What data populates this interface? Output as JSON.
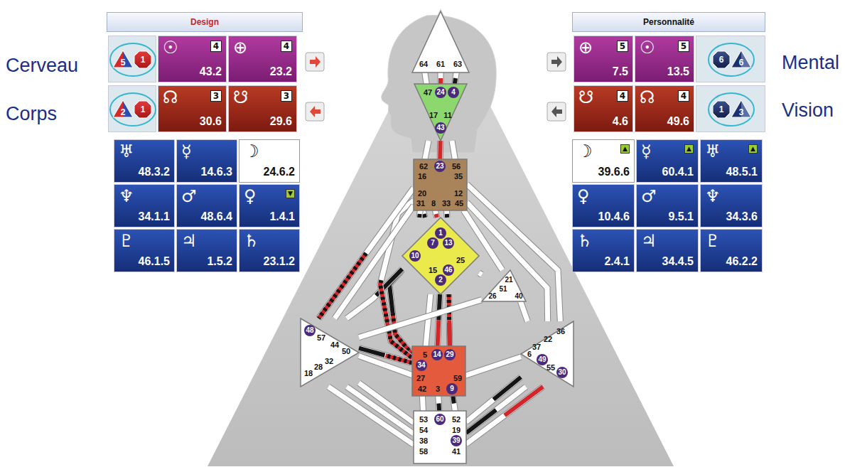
{
  "diagram": {
    "nodes": [
      {
        "text": [
          "Design"
        ]
      },
      {
        "text": [
          "5",
          "1"
        ],
        "in": 0
      },
      {
        "text": [
          "☉",
          "4",
          "43.2"
        ],
        "in": 0
      },
      {
        "text": [
          "⊕",
          "4",
          "23.2"
        ],
        "in": 0
      },
      {
        "text": [
          "2",
          "1"
        ],
        "in": 0
      },
      {
        "text": [
          "☊",
          "3",
          "30.6"
        ],
        "in": 0
      },
      {
        "text": [
          "☋",
          "3",
          "29.6"
        ],
        "in": 0
      },
      {
        "text": [
          "♅",
          "48.3.2"
        ],
        "in": 0
      },
      {
        "text": [
          "☿",
          "14.6.3"
        ],
        "in": 0
      },
      {
        "text": [
          "☽",
          "24.6.2"
        ],
        "in": 0
      },
      {
        "text": [
          "♆",
          "34.1.1"
        ],
        "in": 0
      },
      {
        "text": [
          "♂",
          "48.6.4"
        ],
        "in": 0
      },
      {
        "text": [
          "♀",
          "▼",
          "1.4.1"
        ],
        "in": 0
      },
      {
        "text": [
          "♇",
          "46.1.5"
        ],
        "in": 0
      },
      {
        "text": [
          "♃",
          "1.5.2"
        ],
        "in": 0
      },
      {
        "text": [
          "♄",
          "23.1.2"
        ],
        "in": 0
      },
      {
        "text": [
          "Personnalité"
        ]
      },
      {
        "text": [
          "⊕",
          "5",
          "7.5"
        ],
        "in": 16
      },
      {
        "text": [
          "☉",
          "5",
          "13.5"
        ],
        "in": 16
      },
      {
        "text": [
          "6",
          "6"
        ],
        "in": 16
      },
      {
        "text": [
          "☋",
          "4",
          "4.6"
        ],
        "in": 16
      },
      {
        "text": [
          "☊",
          "4",
          "49.6"
        ],
        "in": 16
      },
      {
        "text": [
          "1",
          "3"
        ],
        "in": 16
      },
      {
        "text": [
          "☽",
          "▲",
          "39.6.6"
        ],
        "in": 16
      },
      {
        "text": [
          "☿",
          "▲",
          "60.4.1"
        ],
        "in": 16
      },
      {
        "text": [
          "♅",
          "▲",
          "48.5.1"
        ],
        "in": 16
      },
      {
        "text": [
          "♀",
          "10.4.6"
        ],
        "in": 16
      },
      {
        "text": [
          "♂",
          "9.5.1"
        ],
        "in": 16
      },
      {
        "text": [
          "♆",
          "34.3.6"
        ],
        "in": 16
      },
      {
        "text": [
          "♄",
          "2.4.1"
        ],
        "in": 16
      },
      {
        "text": [
          "♃",
          "34.4.5"
        ],
        "in": 16
      },
      {
        "text": [
          "♇",
          "46.2.2"
        ],
        "in": 16
      },
      {
        "text": [
          "64",
          "61",
          "63"
        ]
      },
      {
        "text": [
          "47",
          "24",
          "4",
          "17",
          "11",
          "43"
        ]
      },
      {
        "text": [
          "62",
          "23",
          "56",
          "16",
          "35",
          "20",
          "12",
          "31",
          "8",
          "33",
          "45"
        ]
      },
      {
        "text": [
          "1",
          "7",
          "13",
          "10",
          "25",
          "15",
          "46",
          "2"
        ]
      },
      {
        "text": [
          "21",
          "51",
          "26",
          "40"
        ]
      },
      {
        "text": [
          "48",
          "57",
          "44",
          "50",
          "32",
          "28",
          "18"
        ]
      },
      {
        "text": [
          "5",
          "14",
          "29",
          "34",
          "27",
          "59",
          "42",
          "3",
          "9"
        ]
      },
      {
        "text": [
          "36",
          "22",
          "37",
          "6",
          "49",
          "55",
          "30"
        ]
      },
      {
        "text": [
          "53",
          "60",
          "52",
          "54",
          "19",
          "38",
          "39",
          "58",
          "41"
        ]
      }
    ],
    "edges": [
      {
        "from": 32,
        "to": 33,
        "arrow": "none"
      },
      {
        "from": 32,
        "to": 33,
        "arrow": "none"
      },
      {
        "from": 32,
        "to": 33,
        "arrow": "none"
      },
      {
        "from": 33,
        "to": 34,
        "arrow": "none"
      },
      {
        "from": 33,
        "to": 34,
        "arrow": "none"
      },
      {
        "from": 33,
        "to": 34,
        "arrow": "none"
      },
      {
        "from": 34,
        "to": 35,
        "arrow": "none"
      },
      {
        "from": 34,
        "to": 35,
        "arrow": "none"
      },
      {
        "from": 34,
        "to": 35,
        "arrow": "none"
      },
      {
        "from": 35,
        "to": 38,
        "arrow": "none"
      },
      {
        "from": 35,
        "to": 38,
        "arrow": "none"
      },
      {
        "from": 35,
        "to": 38,
        "arrow": "none"
      },
      {
        "from": 34,
        "to": 35,
        "arrow": "none"
      },
      {
        "from": 35,
        "to": 38,
        "arrow": "none"
      },
      {
        "from": 35,
        "to": 37,
        "arrow": "none"
      },
      {
        "from": 34,
        "to": 38,
        "arrow": "none"
      },
      {
        "from": 34,
        "to": 37,
        "arrow": "none"
      },
      {
        "from": 38,
        "to": 37,
        "arrow": "none"
      },
      {
        "from": 34,
        "to": 37,
        "arrow": "none"
      },
      {
        "from": 34,
        "to": 39,
        "arrow": "none"
      },
      {
        "from": 34,
        "to": 39,
        "arrow": "none"
      },
      {
        "from": 34,
        "to": 36,
        "arrow": "none"
      },
      {
        "from": 35,
        "to": 36,
        "arrow": "none"
      },
      {
        "from": 36,
        "to": 37,
        "arrow": "none"
      },
      {
        "from": 36,
        "to": 39,
        "arrow": "none"
      },
      {
        "from": 38,
        "to": 39,
        "arrow": "none"
      },
      {
        "from": 38,
        "to": 37,
        "arrow": "none"
      },
      {
        "from": 40,
        "to": 38,
        "arrow": "none"
      },
      {
        "from": 40,
        "to": 38,
        "arrow": "none"
      },
      {
        "from": 40,
        "to": 38,
        "arrow": "none"
      },
      {
        "from": 40,
        "to": 37,
        "arrow": "none"
      },
      {
        "from": 40,
        "to": 37,
        "arrow": "none"
      },
      {
        "from": 40,
        "to": 37,
        "arrow": "none"
      },
      {
        "from": 40,
        "to": 39,
        "arrow": "none"
      },
      {
        "from": 40,
        "to": 39,
        "arrow": "none"
      },
      {
        "from": 40,
        "to": 39,
        "arrow": "none"
      }
    ],
    "labels": [
      "Cerveau",
      "Corps",
      "Mental",
      "Vision"
    ]
  }
}
